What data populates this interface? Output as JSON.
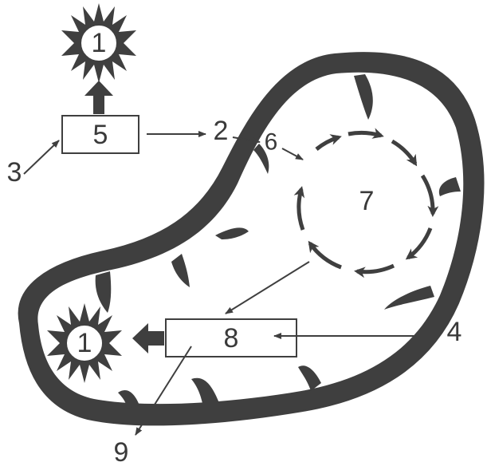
{
  "colors": {
    "outline": "#3f3f3f",
    "background": "#ffffff",
    "text": "#3a3a3a"
  },
  "labels": {
    "sun_top": "1",
    "sun_inner": "1",
    "box_top": "5",
    "box_bottom": "8",
    "cycle": "7",
    "n2": "2",
    "n3": "3",
    "n4": "4",
    "n6": "6",
    "n9": "9"
  }
}
